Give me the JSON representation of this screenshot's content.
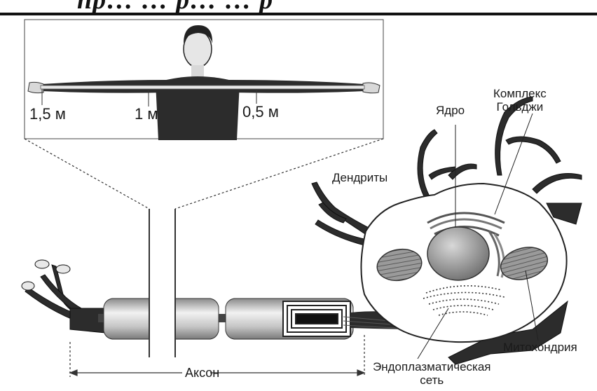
{
  "header": {
    "title_fragment": "пр… … р… … р"
  },
  "scale_labels": [
    "1,5 м",
    "1 м",
    "0,5 м"
  ],
  "labels": {
    "golgi_line1": "Комплекс",
    "golgi_line2": "Гольджи",
    "nucleus": "Ядро",
    "dendrites": "Дендриты",
    "mitochondria": "Митохондрия",
    "axon": "Аксон",
    "er_line1": "Эндоплазматическая",
    "er_line2": "сеть"
  },
  "colors": {
    "ink": "#1a1a1a",
    "body_fill": "#2c2c2c",
    "cell_fill": "#ffffff",
    "organelle_gray": "#8c8c8c",
    "nucleus_gray": "#9a9a9a",
    "axon_gray": "#bdbdbd"
  }
}
